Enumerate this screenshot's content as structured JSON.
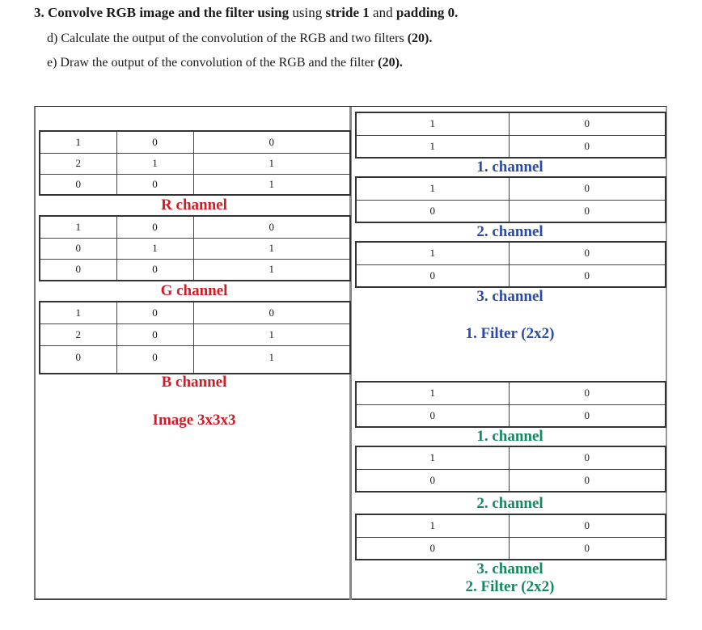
{
  "question": {
    "title_bold": "3. Convolve RGB image and the filter using",
    "title_mid1": " using ",
    "title_bold2": "stride 1",
    "title_mid2": " and ",
    "title_bold3": "padding 0.",
    "part_d_text": "d) Calculate the output of the convolution of the RGB and two filters ",
    "part_d_points": "(20).",
    "part_e_text": "e) Draw the output of the convolution of the RGB and the filter ",
    "part_e_points": "(20)."
  },
  "image": {
    "label": "Image 3x3x3",
    "color": "#d01c24",
    "channels": [
      {
        "label": "R channel",
        "rows": [
          [
            "1",
            "0",
            "0"
          ],
          [
            "2",
            "1",
            "1"
          ],
          [
            "0",
            "0",
            "1"
          ]
        ]
      },
      {
        "label": "G channel",
        "rows": [
          [
            "1",
            "0",
            "0"
          ],
          [
            "0",
            "1",
            "1"
          ],
          [
            "0",
            "0",
            "1"
          ]
        ]
      },
      {
        "label": "B  channel",
        "rows": [
          [
            "1",
            "0",
            "0"
          ],
          [
            "2",
            "0",
            "1"
          ],
          [
            "0",
            "0",
            "1"
          ]
        ]
      }
    ]
  },
  "filters": [
    {
      "label": "1. Filter (2x2)",
      "color": "#2a4aa8",
      "channels": [
        {
          "label": "1. channel",
          "rows": [
            [
              "1",
              "0"
            ],
            [
              "1",
              "0"
            ]
          ]
        },
        {
          "label": "2. channel",
          "rows": [
            [
              "1",
              "0"
            ],
            [
              "0",
              "0"
            ]
          ]
        },
        {
          "label": "3. channel",
          "rows": [
            [
              "1",
              "0"
            ],
            [
              "0",
              "0"
            ]
          ]
        }
      ]
    },
    {
      "label": "2. Filter (2x2)",
      "color": "#138a5e",
      "channels": [
        {
          "label": "1. channel",
          "rows": [
            [
              "1",
              "0"
            ],
            [
              "0",
              "0"
            ]
          ]
        },
        {
          "label": "2. channel",
          "rows": [
            [
              "1",
              "0"
            ],
            [
              "0",
              "0"
            ]
          ]
        },
        {
          "label": "3. channel",
          "rows": [
            [
              "1",
              "0"
            ],
            [
              "0",
              "0"
            ]
          ]
        }
      ]
    }
  ]
}
